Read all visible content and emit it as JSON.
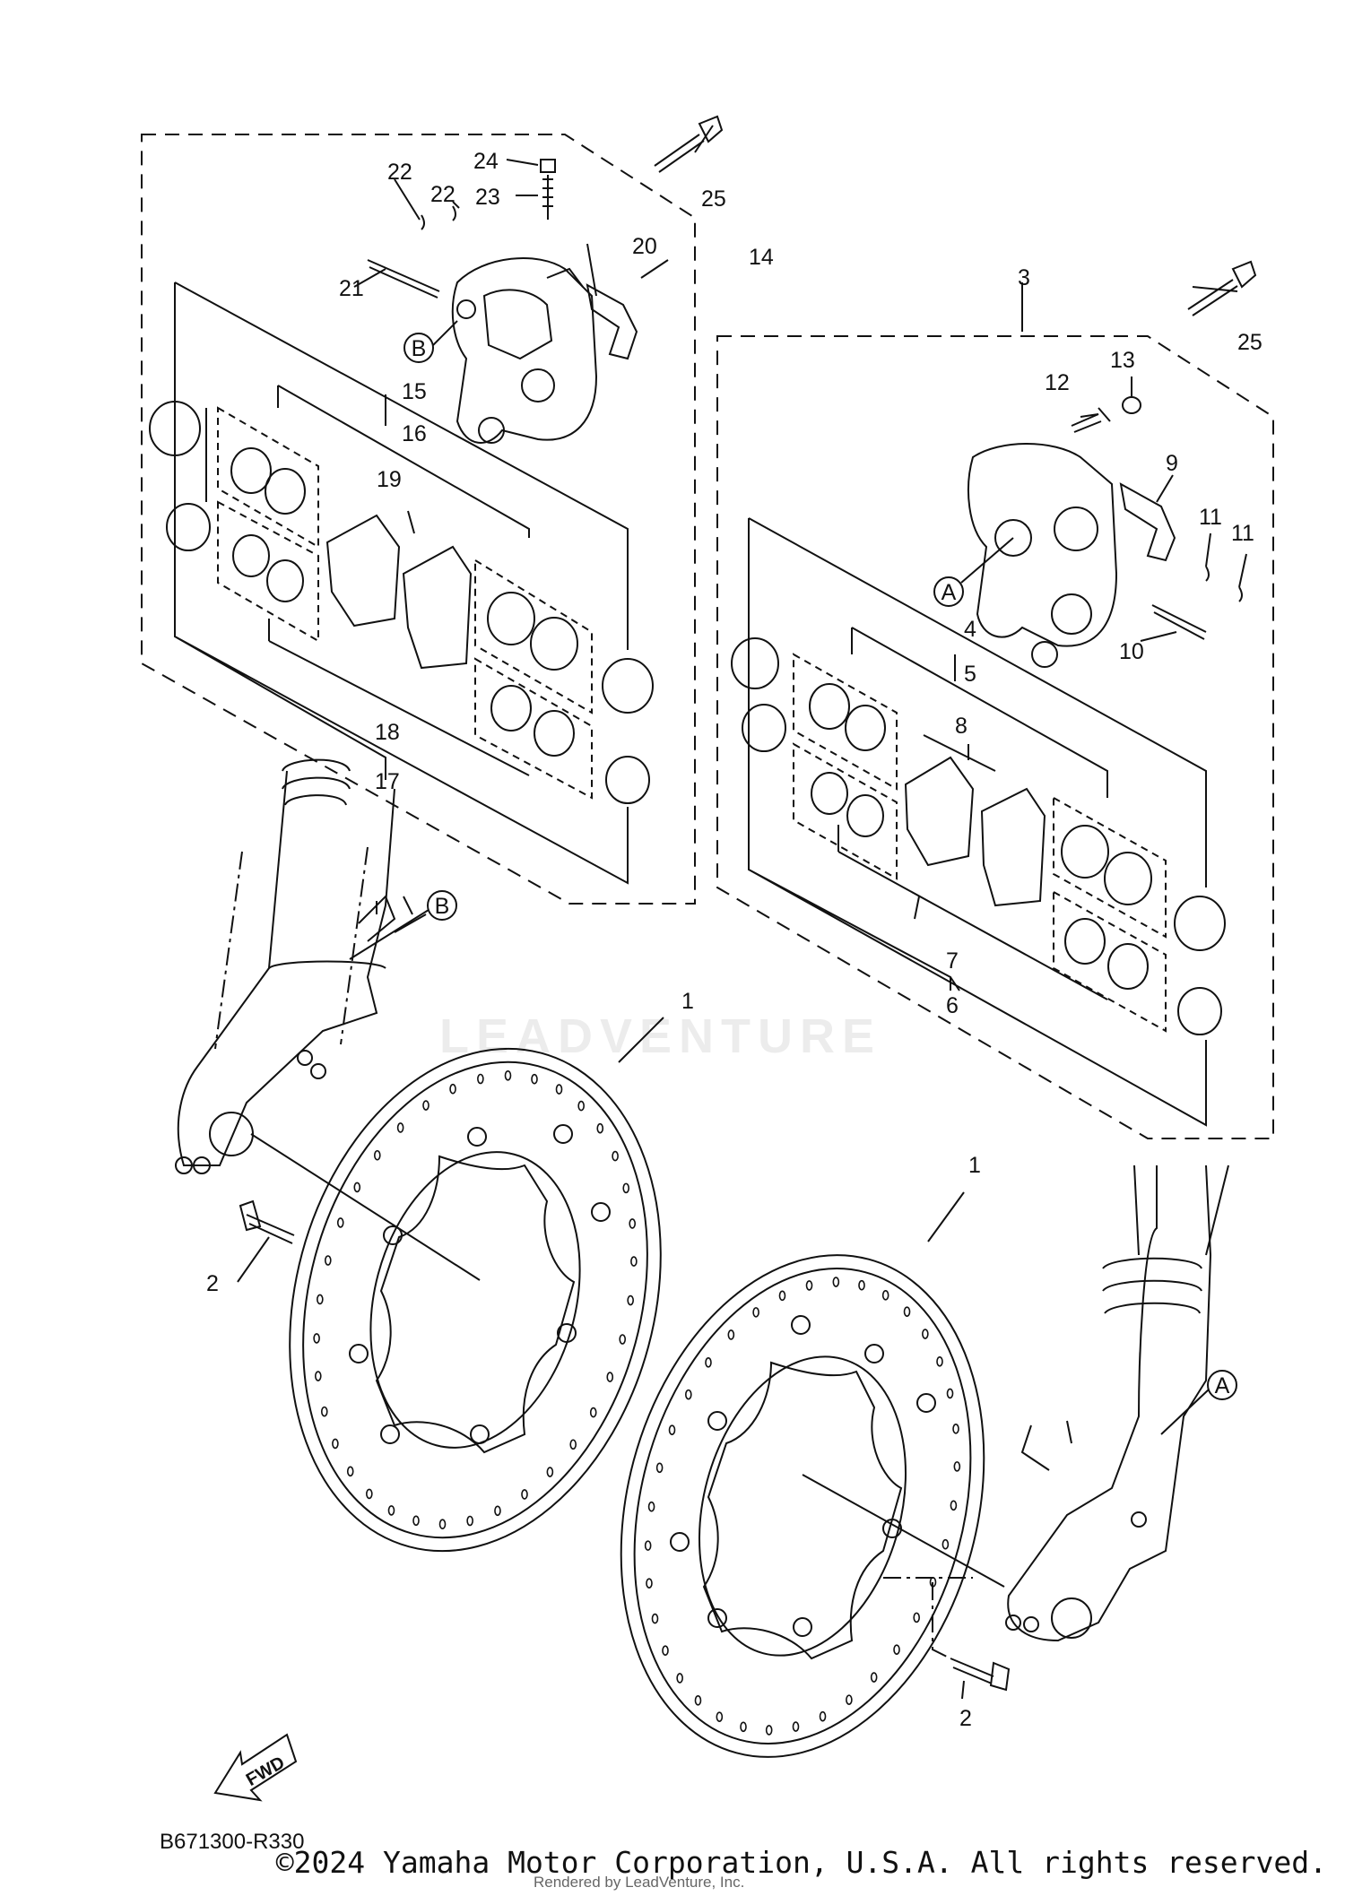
{
  "diagram": {
    "reference_code": "B671300-R330",
    "fwd_label": "FWD",
    "circle_labels": {
      "a": "A",
      "b": "B"
    },
    "callouts": {
      "c1a": "1",
      "c1b": "1",
      "c2a": "2",
      "c2b": "2",
      "c3": "3",
      "c4": "4",
      "c5": "5",
      "c6": "6",
      "c7": "7",
      "c8": "8",
      "c9": "9",
      "c10": "10",
      "c11a": "11",
      "c11b": "11",
      "c12": "12",
      "c13": "13",
      "c14": "14",
      "c15": "15",
      "c16": "16",
      "c17": "17",
      "c18": "18",
      "c19": "19",
      "c20": "20",
      "c21": "21",
      "c22a": "22",
      "c22b": "22",
      "c23": "23",
      "c24": "24",
      "c25a": "25",
      "c25b": "25"
    }
  },
  "watermark": "LEADVENTURE",
  "footer": {
    "copyright": "©2024 Yamaha Motor Corporation, U.S.A. All rights reserved.",
    "rendered_by": "Rendered by LeadVenture, Inc."
  }
}
